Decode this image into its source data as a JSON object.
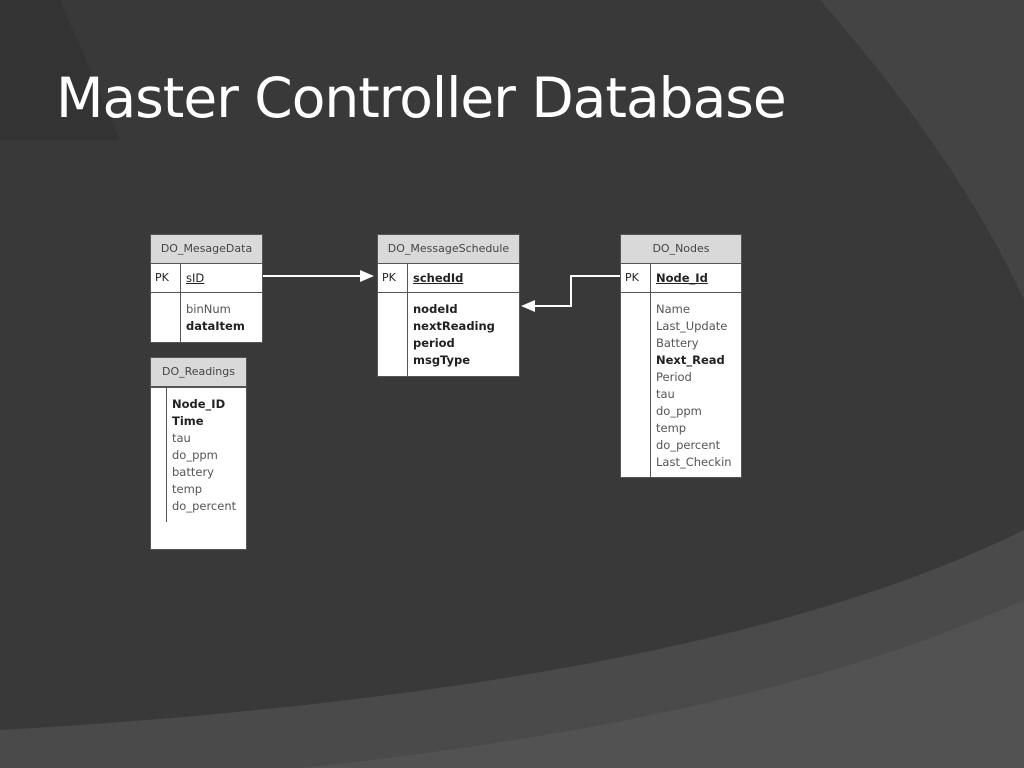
{
  "slide": {
    "title": "Master Controller Database",
    "colors": {
      "background": "#3a3a3a",
      "title": "#ffffff",
      "table_header": "#d9d9d9"
    }
  },
  "tables": {
    "mesage_data": {
      "name": "DO_MesageData",
      "pk_label": "PK",
      "key": "sID",
      "fields": [
        "binNum",
        "dataItem"
      ]
    },
    "message_schedule": {
      "name": "DO_MessageSchedule",
      "pk_label": "PK",
      "key": "schedId",
      "fields": [
        "nodeId",
        "nextReading",
        "period",
        "msgType"
      ]
    },
    "nodes": {
      "name": "DO_Nodes",
      "pk_label": "PK",
      "key": "Node_Id",
      "fields": [
        "Name",
        "Last_Update",
        "Battery",
        "Next_Read",
        "Period",
        "tau",
        "do_ppm",
        "temp",
        "do_percent",
        "Last_Checkin"
      ]
    },
    "readings": {
      "name": "DO_Readings",
      "pk_label": "",
      "key": "",
      "fields": [
        "Node_ID",
        "Time",
        "tau",
        "do_ppm",
        "battery",
        "temp",
        "do_percent"
      ]
    }
  }
}
